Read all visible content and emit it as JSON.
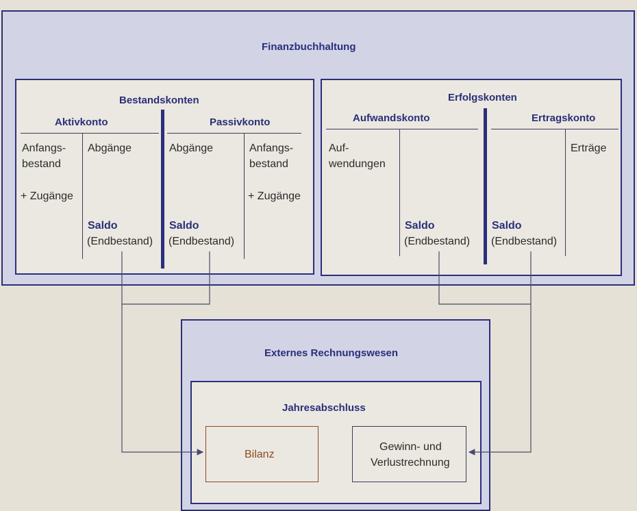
{
  "fibu": {
    "title": "Finanzbuchhaltung"
  },
  "bestandskonten": {
    "title": "Bestandskonten",
    "aktiv": {
      "title": "Aktivkonto",
      "left_line1": "Anfangs-",
      "left_line2": "bestand",
      "left_zugaenge": "+ Zugänge",
      "right_abgaenge": "Abgänge",
      "saldo": "Saldo",
      "endbestand": "(Endbestand)"
    },
    "passiv": {
      "title": "Passivkonto",
      "left_abgaenge": "Abgänge",
      "saldo": "Saldo",
      "endbestand": "(Endbestand)",
      "right_line1": "Anfangs-",
      "right_line2": "bestand",
      "right_zugaenge": "+ Zugänge"
    }
  },
  "erfolgskonten": {
    "title": "Erfolgskonten",
    "aufwand": {
      "title": "Aufwandskonto",
      "left_line1": "Auf-",
      "left_line2": "wendungen",
      "saldo": "Saldo",
      "endbestand": "(Endbestand)"
    },
    "ertrag": {
      "title": "Ertragskonto",
      "saldo": "Saldo",
      "endbestand": "(Endbestand)",
      "right_ertraege": "Erträge"
    }
  },
  "extern": {
    "title": "Externes Rechnungswesen"
  },
  "jahresabschluss": {
    "title": "Jahresabschluss",
    "bilanz": "Bilanz",
    "guv_line1": "Gewinn- und",
    "guv_line2": "Verlustrechnung"
  },
  "colors": {
    "frame": "#2a2f7a",
    "outer_fill": "#d2d4e6",
    "inner_fill": "#ebe8e1",
    "bilanz_text": "#8a4a22"
  }
}
